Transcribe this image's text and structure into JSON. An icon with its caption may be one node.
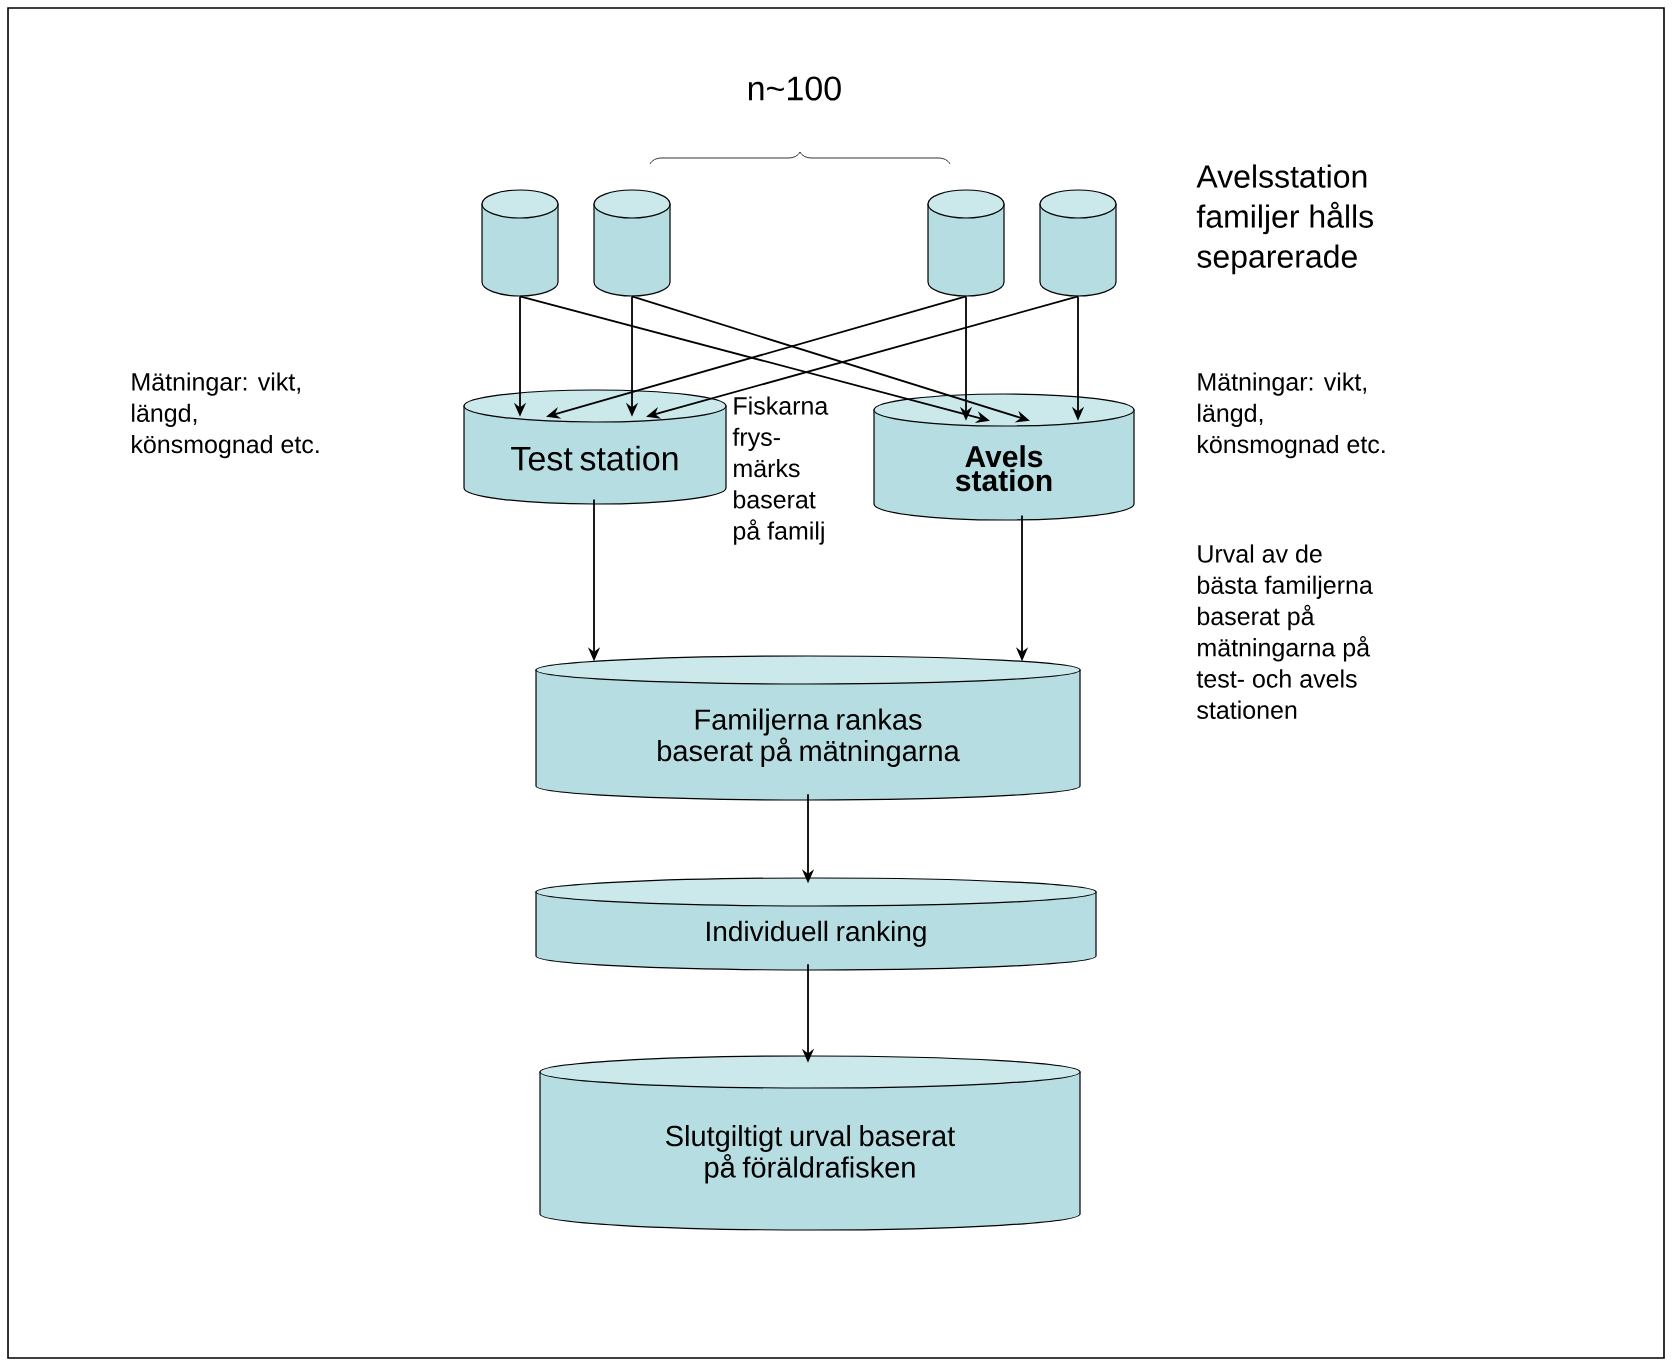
{
  "diagram": {
    "nodes": [
      {
        "text": [],
        "shape": "cylinder"
      },
      {
        "text": [],
        "shape": "cylinder"
      },
      {
        "text": [],
        "shape": "cylinder"
      },
      {
        "text": [],
        "shape": "cylinder"
      },
      {
        "text": [
          "Test station"
        ]
      },
      {
        "text": [
          "Avels station"
        ]
      },
      {
        "text": [
          "Familjerna rankas baserat på mätningarna"
        ]
      },
      {
        "text": [
          "Individuell ranking"
        ]
      },
      {
        "text": [
          "Slutgiltigt urval baserat på föräldrafisken"
        ]
      }
    ],
    "edges": [
      {
        "from": 0,
        "to": 4,
        "arrow": "to"
      },
      {
        "from": 0,
        "to": 5,
        "arrow": "to"
      },
      {
        "from": 1,
        "to": 4,
        "arrow": "to"
      },
      {
        "from": 1,
        "to": 5,
        "arrow": "to"
      },
      {
        "from": 2,
        "to": 4,
        "arrow": "to"
      },
      {
        "from": 2,
        "to": 5,
        "arrow": "to"
      },
      {
        "from": 3,
        "to": 4,
        "arrow": "to"
      },
      {
        "from": 3,
        "to": 5,
        "arrow": "to"
      },
      {
        "from": 4,
        "to": 6,
        "arrow": "to"
      },
      {
        "from": 5,
        "to": 6,
        "arrow": "to"
      },
      {
        "from": 6,
        "to": 7,
        "arrow": "to"
      },
      {
        "from": 7,
        "to": 8,
        "arrow": "to"
      }
    ],
    "labels": [
      "n~100",
      "Avelsstation familjer hålls separerade",
      "Mätningar: vikt, längd, könsmognad etc.",
      "Fiskarna frys- märks baserat på familj",
      "Mätningar: vikt, längd, könsmognad etc.",
      "Urval av de bästa familjerna baserat på mätningarna på test- och avels stationen"
    ]
  }
}
